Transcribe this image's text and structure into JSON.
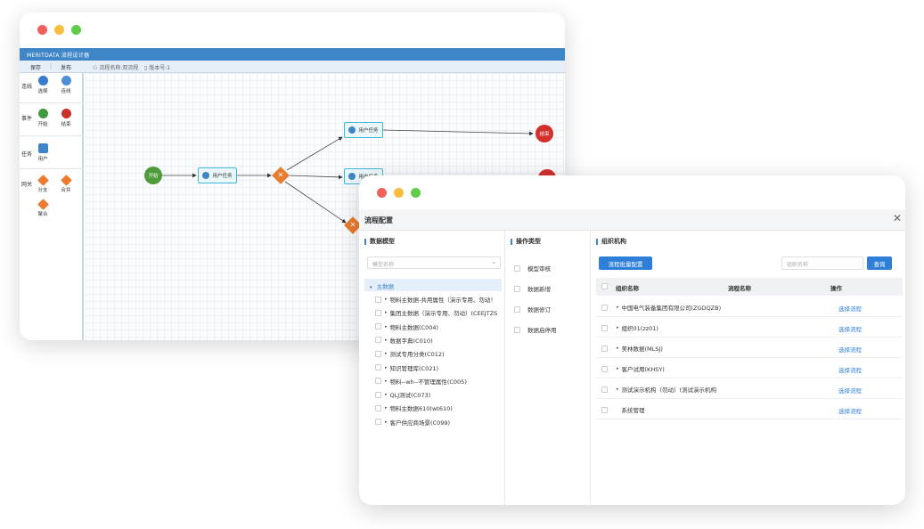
{
  "window_dots": [
    "#f2605c",
    "#f7be40",
    "#5fcb49"
  ],
  "designer": {
    "app_title": "MERITDATA 流程设计器",
    "toolbar": {
      "save": "保存",
      "separator": "|",
      "publish": "发布",
      "flow_name": "流程名称:双流程",
      "version": "版本号:1"
    },
    "palette": {
      "connect_label": "连线",
      "select": "选择",
      "connect": "连线",
      "event_label": "事件",
      "start": "开始",
      "end": "结束",
      "task_label": "任务",
      "user": "用户",
      "gateway_label": "网关",
      "split": "分支",
      "merge": "合并",
      "aggregate": "聚合"
    },
    "canvas": {
      "start_node": "开始",
      "end_node": "结束",
      "task_label": "用户任务"
    }
  },
  "config": {
    "title": "流程配置",
    "close": "✕",
    "data_model": {
      "header": "数据模型",
      "search_placeholder": "模型名称",
      "root": "主数据",
      "items": [
        "物料主数据-共用属性（演示专用、勿动！",
        "集团主数据（演示专用、勿动）(CEEJTZS",
        "物料主数据(C004)",
        "数据字典(C010)",
        "测试专用分类(C012)",
        "知识管理库(C021)",
        "物料--wh--不管理属性(C005)",
        "QLJ测试(C073)",
        "物料主数据610(wt610)",
        "客户供应商场景(C099)"
      ]
    },
    "operation": {
      "header": "操作类型",
      "items": [
        "模型审核",
        "数据新增",
        "数据修订",
        "数据启停用"
      ]
    },
    "org": {
      "header": "组织机构",
      "batch_button": "流程批量配置",
      "search_placeholder": "组织名称",
      "query_button": "查询",
      "columns": [
        "组织名称",
        "流程名称",
        "操作"
      ],
      "rows": [
        {
          "name": "中国电气装备集团有限公司(ZGDQZB)",
          "action": "选择流程"
        },
        {
          "name": "组织01(zz01)",
          "action": "选择流程"
        },
        {
          "name": "美林数据(MLSJ)",
          "action": "选择流程"
        },
        {
          "name": "客户试用(KHSY)",
          "action": "选择流程"
        },
        {
          "name": "测试演示机构（勿动）(测试演示机构",
          "action": "选择流程"
        },
        {
          "name": "系统管理",
          "action": "选择流程"
        }
      ]
    }
  }
}
